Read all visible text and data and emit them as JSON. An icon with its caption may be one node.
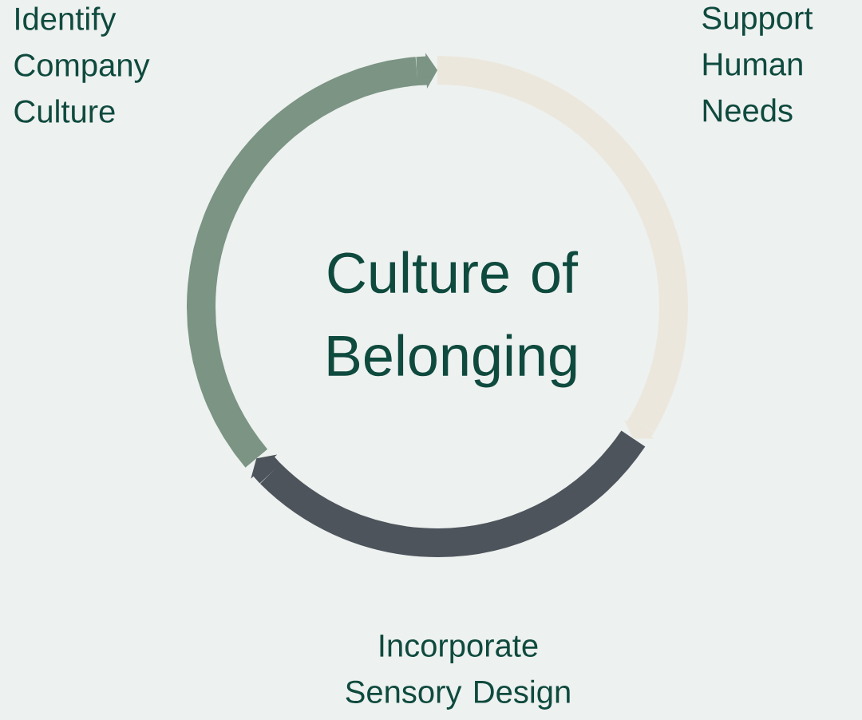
{
  "diagram": {
    "nodes": [
      {
        "text": [
          "Identify Company Culture"
        ]
      },
      {
        "text": [
          "Support Human Needs"
        ]
      },
      {
        "text": [
          "Incorporate Sensory Design"
        ]
      },
      {
        "text": [
          "Culture of Belonging"
        ]
      }
    ],
    "edges": [
      {
        "from": 0,
        "to": 1,
        "arrow": "to",
        "color": "#7b9484"
      },
      {
        "from": 1,
        "to": 2,
        "arrow": "to",
        "color": "#ece7dd"
      },
      {
        "from": 2,
        "to": 0,
        "arrow": "to",
        "color": "#4d545c"
      }
    ]
  }
}
